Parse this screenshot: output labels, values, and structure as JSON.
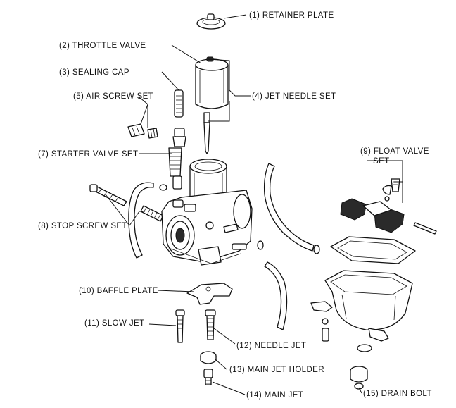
{
  "labels": {
    "retainer_plate": "(1) RETAINER PLATE",
    "throttle_valve": "(2) THROTTLE VALVE",
    "sealing_cap": "(3) SEALING CAP",
    "jet_needle_set": "(4) JET NEEDLE SET",
    "air_screw_set": "(5) AIR SCREW SET",
    "starter_valve_set": "(7) STARTER VALVE SET",
    "float_valve_set_line1": "(9) FLOAT VALVE",
    "float_valve_set_line2": "SET",
    "stop_screw_set": "(8) STOP SCREW SET",
    "baffle_plate": "(10) BAFFLE PLATE",
    "slow_jet": "(11) SLOW JET",
    "needle_jet": "(12) NEEDLE JET",
    "main_jet_holder": "(13) MAIN JET HOLDER",
    "main_jet": "(14) MAIN JET",
    "drain_bolt": "(15) DRAIN BOLT"
  }
}
